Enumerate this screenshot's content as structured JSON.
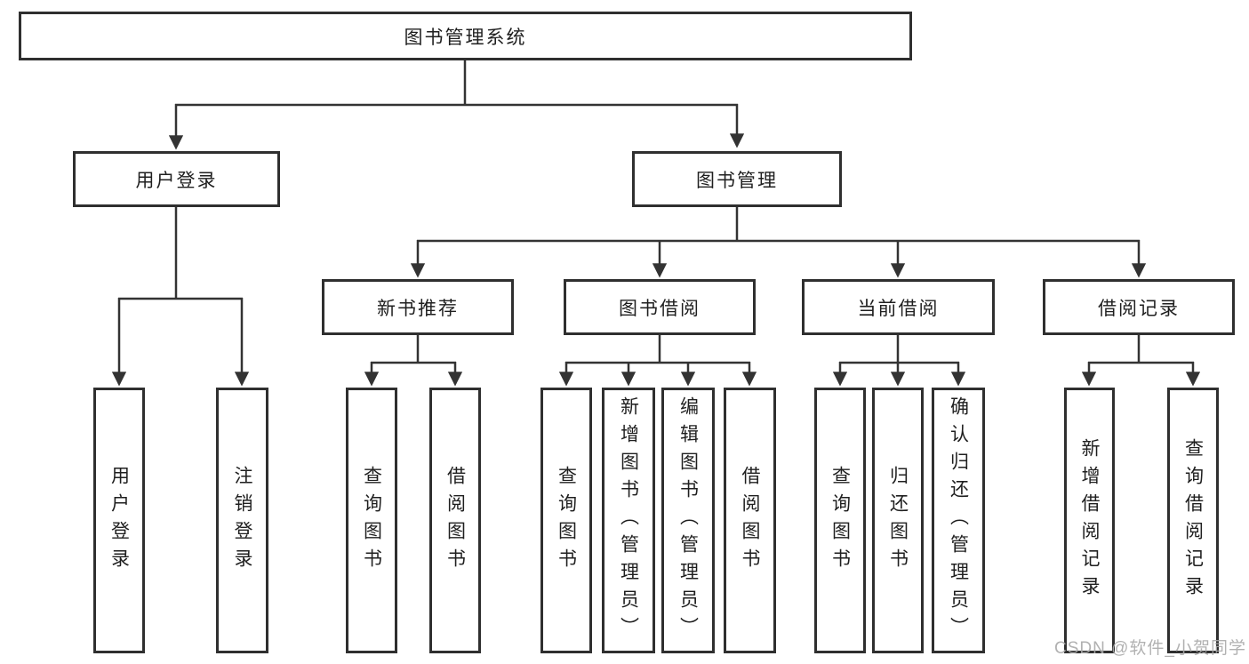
{
  "title": "图书管理系统",
  "watermark": "CSDN @软件_小贺同学",
  "colors": {
    "line": "#333333",
    "box_border": "#2f2f2f",
    "text": "#1f1f1f",
    "watermark": "#a9a9a9",
    "background": "#ffffff"
  },
  "tree": {
    "label": "图书管理系统",
    "children": [
      {
        "label": "用户登录",
        "children": [
          {
            "label": "用户登录"
          },
          {
            "label": "注销登录"
          }
        ]
      },
      {
        "label": "图书管理",
        "children": [
          {
            "label": "新书推荐",
            "children": [
              {
                "label": "查询图书"
              },
              {
                "label": "借阅图书"
              }
            ]
          },
          {
            "label": "图书借阅",
            "children": [
              {
                "label": "查询图书"
              },
              {
                "label": "新增图书（管理员）"
              },
              {
                "label": "编辑图书（管理员）"
              },
              {
                "label": "借阅图书"
              }
            ]
          },
          {
            "label": "当前借阅",
            "children": [
              {
                "label": "查询图书"
              },
              {
                "label": "归还图书"
              },
              {
                "label": "确认归还（管理员）"
              }
            ]
          },
          {
            "label": "借阅记录",
            "children": [
              {
                "label": "新增借阅记录"
              },
              {
                "label": "查询借阅记录"
              }
            ]
          }
        ]
      }
    ]
  }
}
